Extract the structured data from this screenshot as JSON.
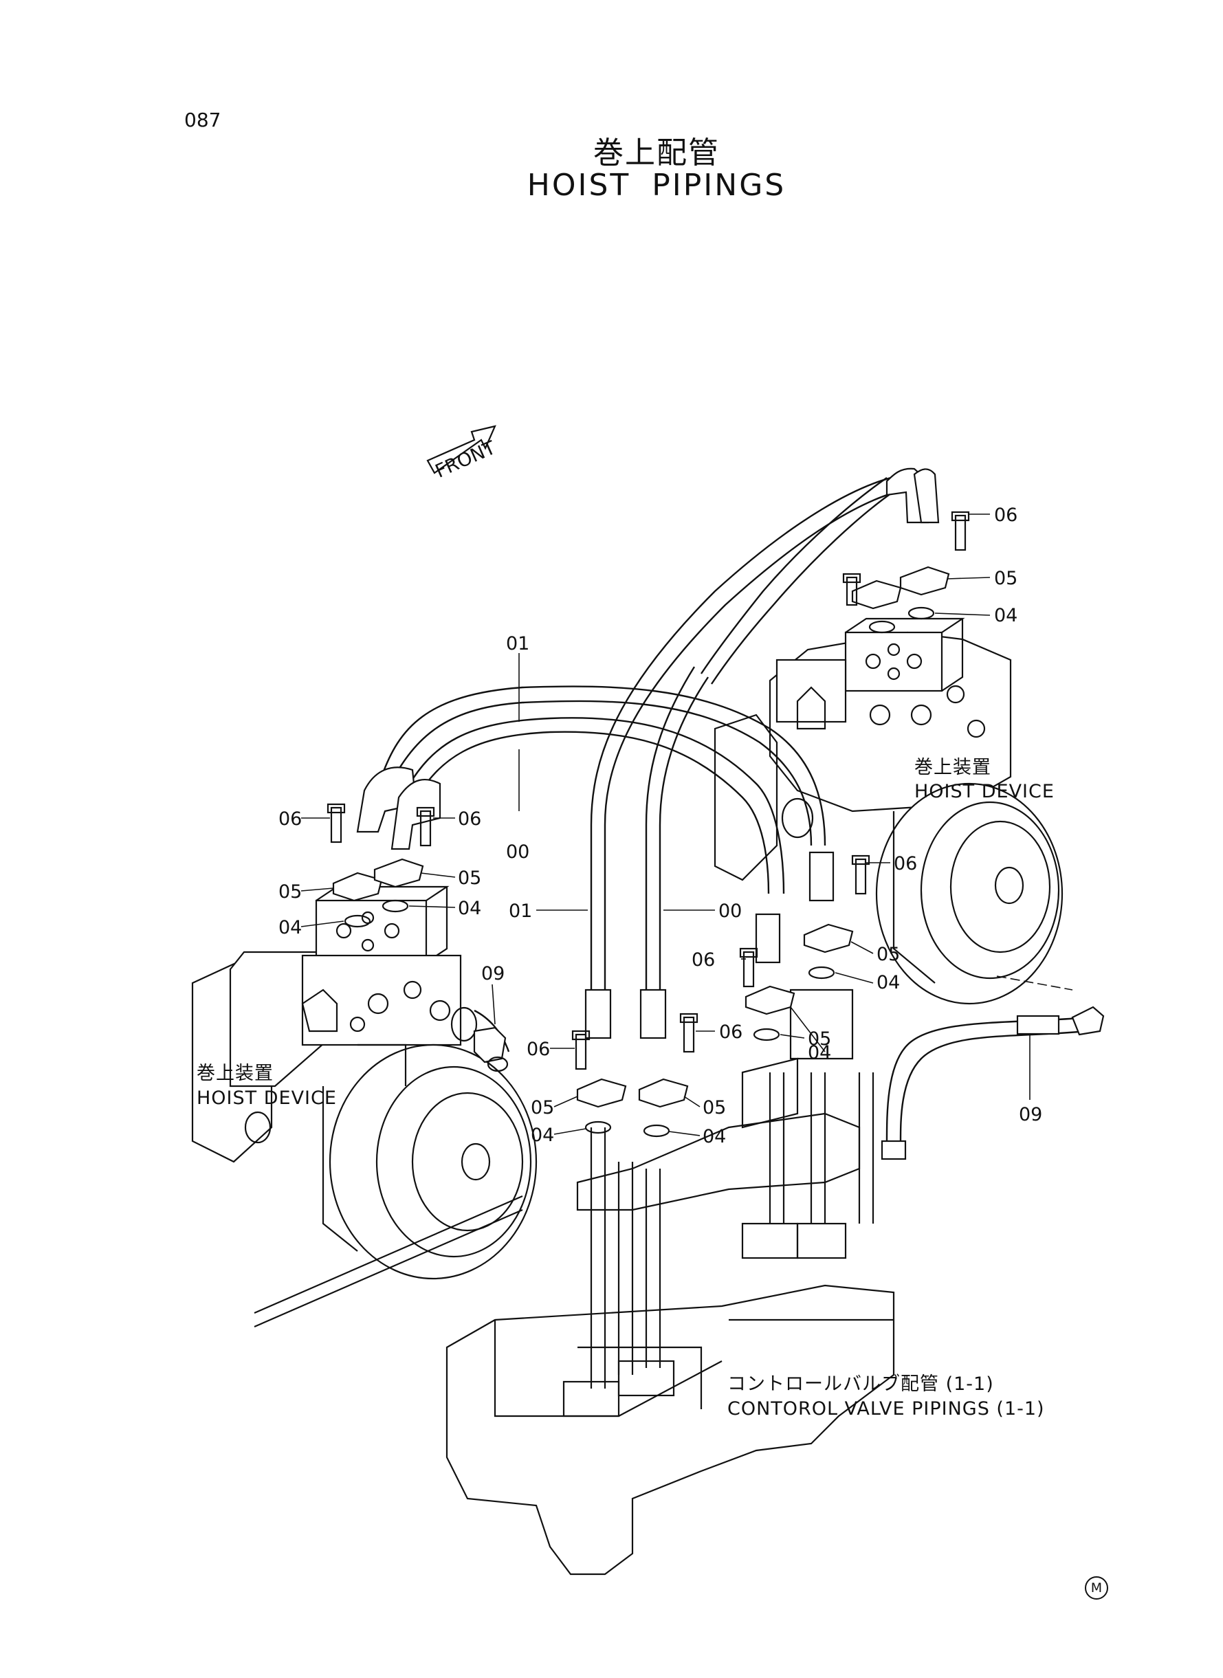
{
  "page_number": "087",
  "title_jp": "巻上配管",
  "title_en": "HOIST PIPINGS",
  "front_arrow_label": "FRONT",
  "callouts": {
    "hose_01_upper": "01",
    "hose_00_upper": "00",
    "hose_01_lower": "01",
    "hose_00_lower": "00",
    "bolt_06_left_a": "06",
    "bolt_06_left_b": "06",
    "flange_05_left_a": "05",
    "flange_05_left_b": "05",
    "oring_04_left_a": "04",
    "oring_04_left_b": "04",
    "bolt_06_right_top": "06",
    "flange_05_right_top": "05",
    "oring_04_right_top": "04",
    "bolt_06_right_mid": "06",
    "flange_05_right_mid": "05",
    "oring_04_right_mid": "04",
    "bolt_06_center_a": "06",
    "bolt_06_center_b": "06",
    "bolt_06_center_c": "06",
    "flange_05_center_a": "05",
    "flange_05_center_b": "05",
    "flange_05_center_c": "05",
    "oring_04_center_a": "04",
    "oring_04_center_b": "04",
    "oring_04_center_c": "04",
    "pipe_09_left": "09",
    "pipe_09_right": "09"
  },
  "device_labels": {
    "hoist_device_right_jp": "巻上装置",
    "hoist_device_right_en": "HOIST DEVICE",
    "hoist_device_left_jp": "巻上装置",
    "hoist_device_left_en": "HOIST DEVICE",
    "control_valve_jp": "コントロールバルブ配管 (1-1)",
    "control_valve_en": "CONTOROL VALVE PIPINGS (1-1)"
  },
  "corner_mark": "M"
}
